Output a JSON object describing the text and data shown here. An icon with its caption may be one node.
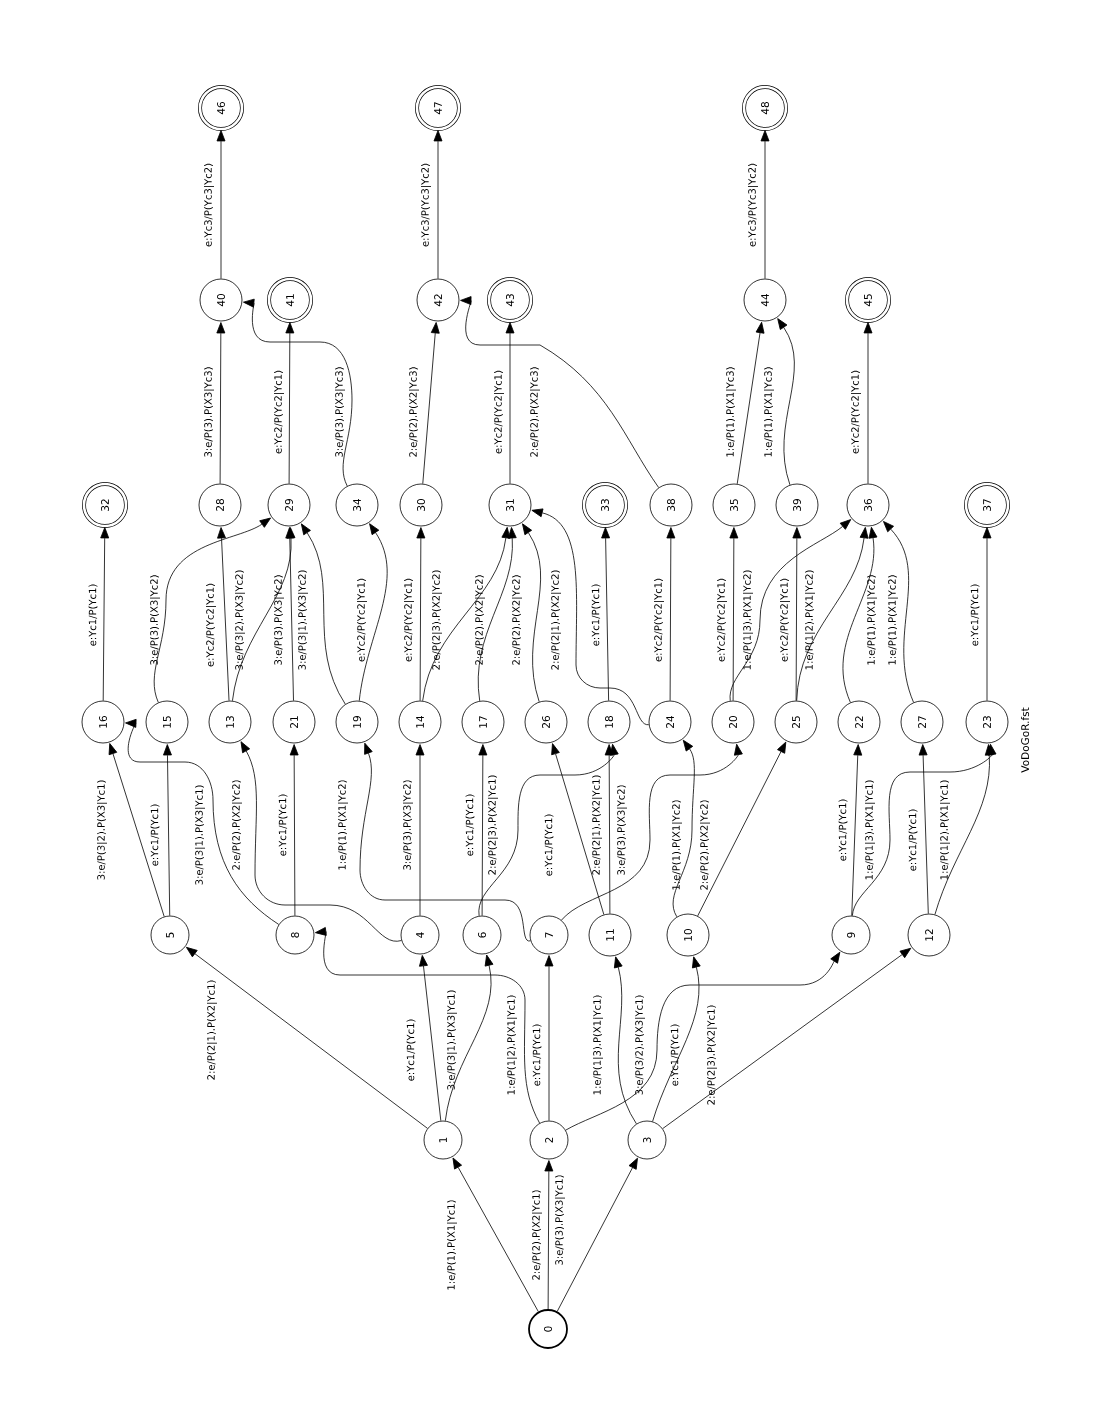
{
  "diagram": {
    "nodes": [
      {
        "text": [
          "0"
        ]
      },
      {
        "text": [
          "1"
        ]
      },
      {
        "text": [
          "2"
        ]
      },
      {
        "text": [
          "3"
        ]
      },
      {
        "text": [
          "4"
        ]
      },
      {
        "text": [
          "5"
        ]
      },
      {
        "text": [
          "6"
        ]
      },
      {
        "text": [
          "7"
        ]
      },
      {
        "text": [
          "8"
        ]
      },
      {
        "text": [
          "9"
        ]
      },
      {
        "text": [
          "10"
        ]
      },
      {
        "text": [
          "11"
        ]
      },
      {
        "text": [
          "12"
        ]
      },
      {
        "text": [
          "13"
        ]
      },
      {
        "text": [
          "14"
        ]
      },
      {
        "text": [
          "15"
        ]
      },
      {
        "text": [
          "16"
        ]
      },
      {
        "text": [
          "17"
        ]
      },
      {
        "text": [
          "18"
        ]
      },
      {
        "text": [
          "19"
        ]
      },
      {
        "text": [
          "20"
        ]
      },
      {
        "text": [
          "21"
        ]
      },
      {
        "text": [
          "22"
        ]
      },
      {
        "text": [
          "23"
        ]
      },
      {
        "text": [
          "24"
        ]
      },
      {
        "text": [
          "25"
        ]
      },
      {
        "text": [
          "26"
        ]
      },
      {
        "text": [
          "27"
        ]
      },
      {
        "text": [
          "28"
        ]
      },
      {
        "text": [
          "29"
        ]
      },
      {
        "text": [
          "30"
        ]
      },
      {
        "text": [
          "31"
        ]
      },
      {
        "text": [
          "32"
        ]
      },
      {
        "text": [
          "33"
        ]
      },
      {
        "text": [
          "34"
        ]
      },
      {
        "text": [
          "35"
        ]
      },
      {
        "text": [
          "36"
        ]
      },
      {
        "text": [
          "37"
        ]
      },
      {
        "text": [
          "38"
        ]
      },
      {
        "text": [
          "39"
        ]
      },
      {
        "text": [
          "40"
        ]
      },
      {
        "text": [
          "41"
        ]
      },
      {
        "text": [
          "42"
        ]
      },
      {
        "text": [
          "43"
        ]
      },
      {
        "text": [
          "44"
        ]
      },
      {
        "text": [
          "45"
        ]
      },
      {
        "text": [
          "46"
        ]
      },
      {
        "text": [
          "47"
        ]
      },
      {
        "text": [
          "48"
        ]
      }
    ],
    "edges": [
      {
        "from": 0,
        "to": 1,
        "arrow": "to",
        "label": "1:e/P(1).P(X1|Yc1)"
      },
      {
        "from": 0,
        "to": 2,
        "arrow": "to",
        "label": "2:e/P(2).P(X2|Yc1)"
      },
      {
        "from": 0,
        "to": 3,
        "arrow": "to",
        "label": "3:e/P(3).P(X3|Yc1)"
      },
      {
        "from": 1,
        "to": 5,
        "arrow": "to",
        "label": "2:e/P(2|1).P(X2|Yc1)"
      },
      {
        "from": 1,
        "to": 4,
        "arrow": "to",
        "label": "e:Yc1/P(Yc1)"
      },
      {
        "from": 1,
        "to": 6,
        "arrow": "to",
        "label": "3:e/P(3|1).P(X3|Yc1)"
      },
      {
        "from": 2,
        "to": 8,
        "arrow": "to",
        "label": "1:e/P(1|2).P(X1|Yc1)"
      },
      {
        "from": 2,
        "to": 7,
        "arrow": "to",
        "label": "e:Yc1/P(Yc1)"
      },
      {
        "from": 2,
        "to": 9,
        "arrow": "to",
        "label": "3:e/P(3/2).P(X3|Yc1)"
      },
      {
        "from": 3,
        "to": 11,
        "arrow": "to",
        "label": "1:e/P(1|3).P(X1|Yc1)"
      },
      {
        "from": 3,
        "to": 10,
        "arrow": "to",
        "label": "e:Yc1/P(Yc1)"
      },
      {
        "from": 3,
        "to": 12,
        "arrow": "to",
        "label": "2:e/P(2|3).P(X2|Yc1)"
      },
      {
        "from": 5,
        "to": 16,
        "arrow": "to",
        "label": "3:e/P(3|2).P(X3|Yc1)"
      },
      {
        "from": 5,
        "to": 15,
        "arrow": "to",
        "label": "e:Yc1/P(Yc1)"
      },
      {
        "from": 8,
        "to": 16,
        "arrow": "to",
        "label": "3:e/P(3|1).P(X3|Yc1)"
      },
      {
        "from": 8,
        "to": 21,
        "arrow": "to",
        "label": "e:Yc1/P(Yc1)"
      },
      {
        "from": 4,
        "to": 13,
        "arrow": "to",
        "label": "2:e/P(2).P(X2|Yc2)"
      },
      {
        "from": 4,
        "to": 14,
        "arrow": "to",
        "label": "3:e/P(3).P(X3|Yc2)"
      },
      {
        "from": 6,
        "to": 17,
        "arrow": "to",
        "label": "e:Yc1/P(Yc1)"
      },
      {
        "from": 6,
        "to": 18,
        "arrow": "to",
        "label": "2:e/P(2|3).P(X2|Yc1)"
      },
      {
        "from": 7,
        "to": 19,
        "arrow": "to",
        "label": "1:e/P(1).P(X1|Yc2)"
      },
      {
        "from": 7,
        "to": 20,
        "arrow": "to",
        "label": "3:e/P(3).P(X3|Yc2)"
      },
      {
        "from": 11,
        "to": 26,
        "arrow": "to",
        "label": "e:Yc1/P(Yc1)"
      },
      {
        "from": 11,
        "to": 18,
        "arrow": "to",
        "label": "2:e/P(2|1).P(X2|Yc1)"
      },
      {
        "from": 10,
        "to": 24,
        "arrow": "to",
        "label": "1:e/P(1).P(X1|Yc2)"
      },
      {
        "from": 10,
        "to": 25,
        "arrow": "to",
        "label": "2:e/P(2).P(X2|Yc2)"
      },
      {
        "from": 9,
        "to": 22,
        "arrow": "to",
        "label": "e:Yc1/P(Yc1)"
      },
      {
        "from": 9,
        "to": 23,
        "arrow": "to",
        "label": "1:e/P(1|3).P(X1|Yc1)"
      },
      {
        "from": 12,
        "to": 27,
        "arrow": "to",
        "label": "e:Yc1/P(Yc1)"
      },
      {
        "from": 12,
        "to": 23,
        "arrow": "to",
        "label": "1:e/P(1|2).P(X1|Yc1)"
      },
      {
        "from": 16,
        "to": 32,
        "arrow": "to",
        "label": "e:Yc1/P(Yc1)"
      },
      {
        "from": 15,
        "to": 29,
        "arrow": "to",
        "label": "3:e/P(3).P(X3|Yc2)"
      },
      {
        "from": 13,
        "to": 28,
        "arrow": "to",
        "label": "e:Yc2/P(Yc2|Yc1)"
      },
      {
        "from": 13,
        "to": 29,
        "arrow": "to",
        "label": "3:e/P(3|2).P(X3|Yc2)"
      },
      {
        "from": 21,
        "to": 29,
        "arrow": "to",
        "label": "3:e/P(3).P(X3|Yc2)"
      },
      {
        "from": 19,
        "to": 29,
        "arrow": "to",
        "label": "3:e/P(3|1).P(X3|Yc2)"
      },
      {
        "from": 19,
        "to": 34,
        "arrow": "to",
        "label": "e:Yc2/P(Yc2|Yc1)"
      },
      {
        "from": 14,
        "to": 30,
        "arrow": "to",
        "label": "e:Yc2/P(Yc2|Yc1)"
      },
      {
        "from": 14,
        "to": 31,
        "arrow": "to",
        "label": "2:e/P(2|3).P(X2|Yc2)"
      },
      {
        "from": 17,
        "to": 31,
        "arrow": "to",
        "label": "2:e/P(2).P(X2|Yc2)"
      },
      {
        "from": 26,
        "to": 31,
        "arrow": "to",
        "label": "2:e/P(2).P(X2|Yc2)"
      },
      {
        "from": 24,
        "to": 31,
        "arrow": "to",
        "label": "2:e/P(2|1).P(X2|Yc2)"
      },
      {
        "from": 24,
        "to": 38,
        "arrow": "to",
        "label": "e:Yc2/P(Yc2|Yc1)"
      },
      {
        "from": 18,
        "to": 33,
        "arrow": "to",
        "label": "e:Yc1/P(Yc1)"
      },
      {
        "from": 20,
        "to": 35,
        "arrow": "to",
        "label": "e:Yc2/P(Yc2|Yc1)"
      },
      {
        "from": 20,
        "to": 36,
        "arrow": "to",
        "label": "1:e/P(1|3).P(X1|Yc2)"
      },
      {
        "from": 25,
        "to": 39,
        "arrow": "to",
        "label": "e:Yc2/P(Yc2|Yc1)"
      },
      {
        "from": 25,
        "to": 36,
        "arrow": "to",
        "label": "1:e/P(1|2).P(X1|Yc2)"
      },
      {
        "from": 22,
        "to": 36,
        "arrow": "to",
        "label": "1:e/P(1).P(X1|Yc2)"
      },
      {
        "from": 27,
        "to": 36,
        "arrow": "to",
        "label": "1:e/P(1).P(X1|Yc2)"
      },
      {
        "from": 23,
        "to": 37,
        "arrow": "to",
        "label": "e:Yc1/P(Yc1)"
      },
      {
        "from": 28,
        "to": 40,
        "arrow": "to",
        "label": "3:e/P(3).P(X3|Yc3)"
      },
      {
        "from": 29,
        "to": 41,
        "arrow": "to",
        "label": "e:Yc2/P(Yc2|Yc1)"
      },
      {
        "from": 34,
        "to": 40,
        "arrow": "to",
        "label": "3:e/P(3).P(X3|Yc3)"
      },
      {
        "from": 30,
        "to": 42,
        "arrow": "to",
        "label": "2:e/P(2).P(X2|Yc3)"
      },
      {
        "from": 31,
        "to": 43,
        "arrow": "to",
        "label": "e:Yc2/P(Yc2|Yc1)"
      },
      {
        "from": 38,
        "to": 42,
        "arrow": "to",
        "label": "2:e/P(2).P(X2|Yc3)"
      },
      {
        "from": 35,
        "to": 44,
        "arrow": "to",
        "label": "1:e/P(1).P(X1|Yc3)"
      },
      {
        "from": 39,
        "to": 44,
        "arrow": "to",
        "label": "1:e/P(1).P(X1|Yc3)"
      },
      {
        "from": 36,
        "to": 45,
        "arrow": "to",
        "label": "e:Yc2/P(Yc2|Yc1)"
      },
      {
        "from": 40,
        "to": 46,
        "arrow": "to",
        "label": "e:Yc3/P(Yc3|Yc2)"
      },
      {
        "from": 42,
        "to": 47,
        "arrow": "to",
        "label": "e:Yc3/P(Yc3|Yc2)"
      },
      {
        "from": 44,
        "to": 48,
        "arrow": "to",
        "label": "e:Yc3/P(Yc3|Yc2)"
      }
    ],
    "labels": [
      "VoDoGoR.fst"
    ]
  }
}
